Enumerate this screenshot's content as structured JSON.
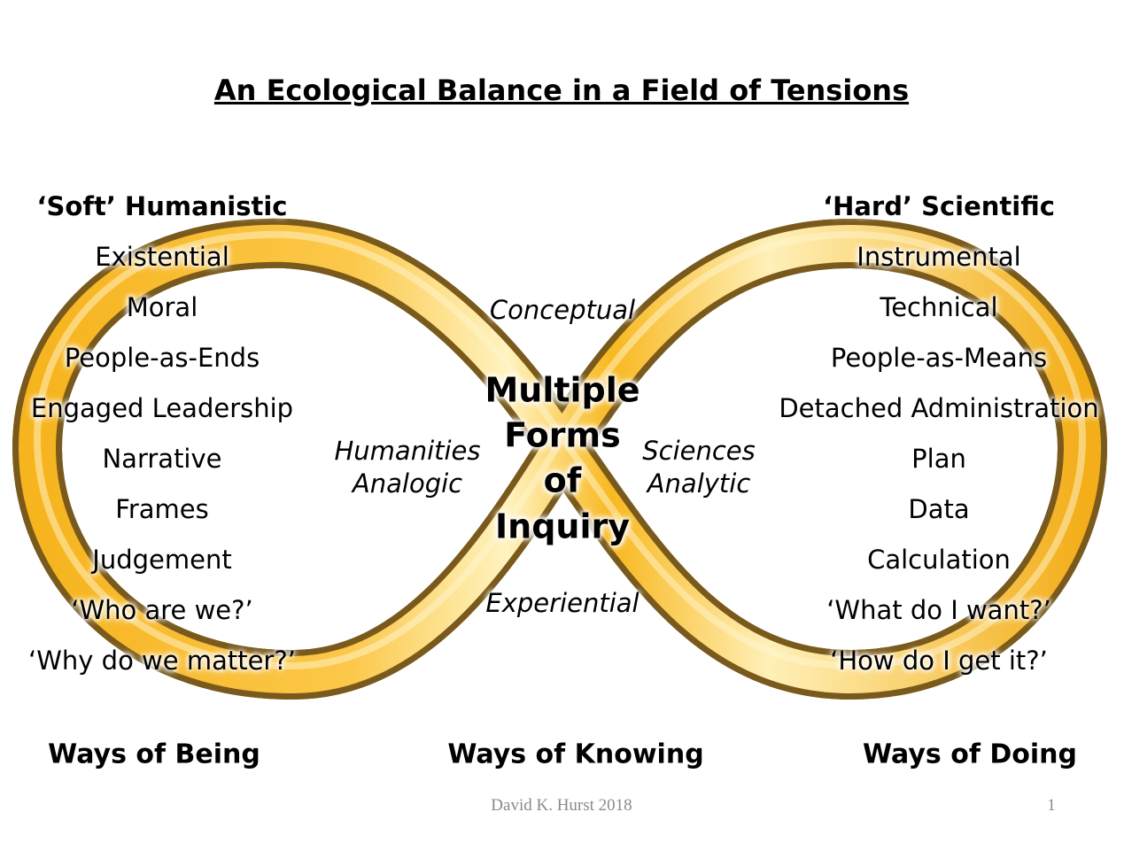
{
  "title": "An Ecological Balance in a Field of Tensions",
  "left": {
    "heading": "‘Soft’ Humanistic",
    "items": [
      "Existential",
      "Moral",
      "People-as-Ends",
      "Engaged Leadership",
      "Narrative",
      "Frames",
      "Judgement",
      "‘Who are we?’",
      "‘Why do we matter?’"
    ],
    "footer": "Ways of Being"
  },
  "right": {
    "heading": "‘Hard’ Scientific",
    "items": [
      "Instrumental",
      "Technical",
      "People-as-Means",
      "Detached Administration",
      "Plan",
      "Data",
      "Calculation",
      "‘What do I want?’",
      "‘How do I get it?’"
    ],
    "footer": "Ways of Doing"
  },
  "center": {
    "lines": [
      "Multiple",
      "Forms",
      "of",
      "Inquiry"
    ],
    "top": "Conceptual",
    "bottom": "Experiential",
    "left_lines": [
      "Humanities",
      "Analogic"
    ],
    "right_lines": [
      "Sciences",
      "Analytic"
    ],
    "footer": "Ways of Knowing"
  },
  "footer": {
    "author": "David K. Hurst 2018",
    "page": "1"
  },
  "colors": {
    "gold": "#f5b51c",
    "gold_light": "#ffe9a0",
    "gold_dark": "#7a5a1c"
  }
}
